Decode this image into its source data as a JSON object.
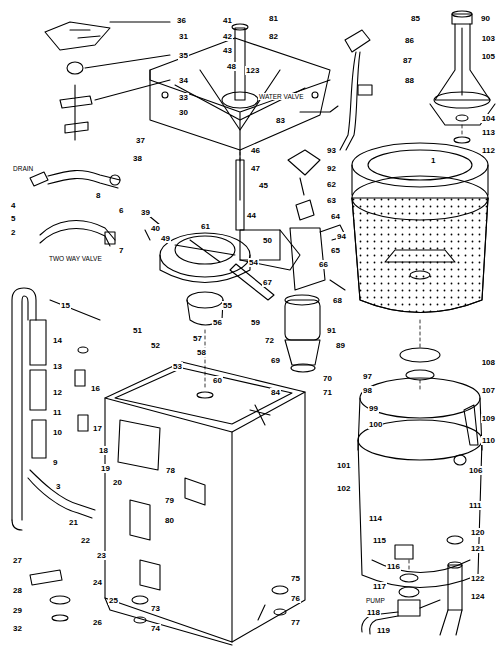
{
  "diagram": {
    "labels": [
      "36",
      "31",
      "35",
      "34",
      "33",
      "30",
      "41",
      "42",
      "43",
      "48",
      "81",
      "82",
      "123",
      "WATER VALVE",
      "83",
      "85",
      "86",
      "87",
      "88",
      "90",
      "103",
      "105",
      "104",
      "113",
      "112",
      "1",
      "DRAIN",
      "4",
      "5",
      "2",
      "TWO WAY VALVE",
      "6",
      "7",
      "8",
      "37",
      "38",
      "39",
      "40",
      "47",
      "46",
      "45",
      "44",
      "49",
      "50",
      "54",
      "51",
      "52",
      "53",
      "55",
      "56",
      "57",
      "58",
      "59",
      "60",
      "61",
      "62",
      "63",
      "64",
      "65",
      "66",
      "67",
      "68",
      "69",
      "70",
      "71",
      "72",
      "91",
      "92",
      "93",
      "94",
      "15",
      "14",
      "13",
      "12",
      "11",
      "10",
      "9",
      "3",
      "16",
      "17",
      "18",
      "19",
      "20",
      "21",
      "22",
      "23",
      "24",
      "25",
      "26",
      "27",
      "28",
      "29",
      "32",
      "73",
      "74",
      "75",
      "76",
      "77",
      "78",
      "79",
      "80",
      "84",
      "89",
      "97",
      "98",
      "99",
      "100",
      "101",
      "102",
      "106",
      "107",
      "108",
      "109",
      "110",
      "111",
      "114",
      "115",
      "116",
      "117",
      "PUMP",
      "118",
      "119",
      "120",
      "121",
      "122",
      "124"
    ]
  }
}
